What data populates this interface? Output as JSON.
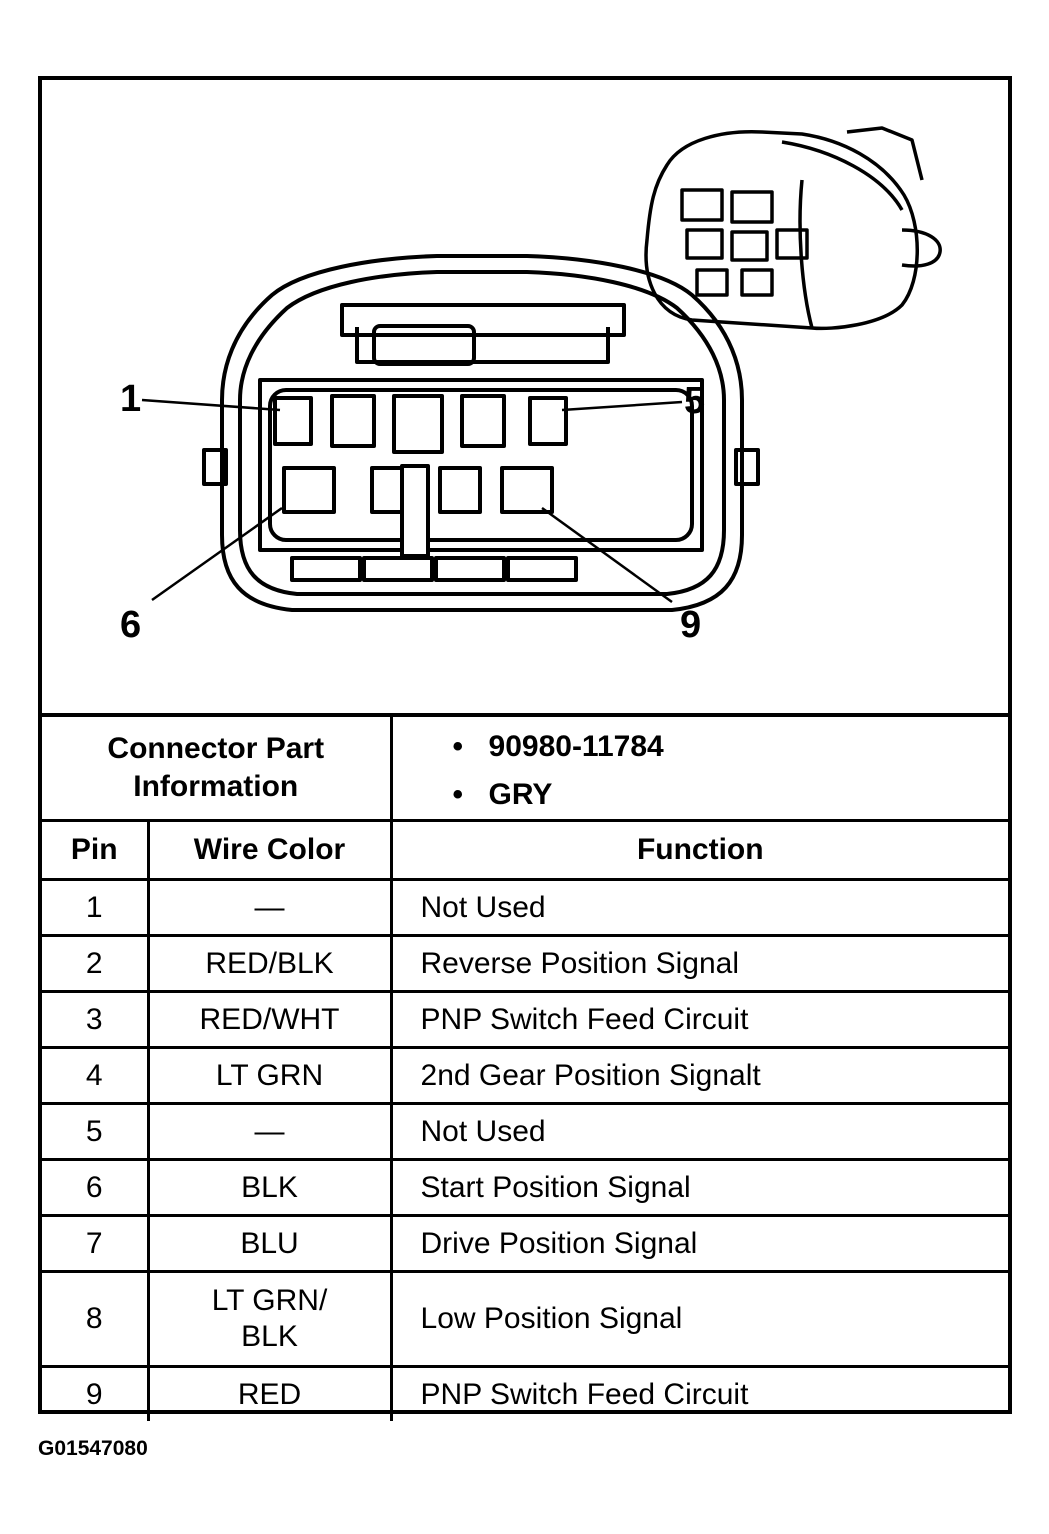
{
  "callouts": {
    "pin_1": "1",
    "pin_5": "5",
    "pin_6": "6",
    "pin_9": "9"
  },
  "connector_info": {
    "label_line1": "Connector Part",
    "label_line2": "Information",
    "part_number": "90980-11784",
    "color": "GRY",
    "bullet": "•"
  },
  "table": {
    "headers": {
      "pin": "Pin",
      "wire_color": "Wire Color",
      "function": "Function"
    },
    "rows": [
      {
        "pin": "1",
        "wire_color": "—",
        "function": "Not Used"
      },
      {
        "pin": "2",
        "wire_color": "RED/BLK",
        "function": "Reverse Position Signal"
      },
      {
        "pin": "3",
        "wire_color": "RED/WHT",
        "function": "PNP Switch Feed Circuit"
      },
      {
        "pin": "4",
        "wire_color": "LT GRN",
        "function": "2nd Gear Position Signalt"
      },
      {
        "pin": "5",
        "wire_color": "—",
        "function": "Not Used"
      },
      {
        "pin": "6",
        "wire_color": "BLK",
        "function": "Start Position Signal"
      },
      {
        "pin": "7",
        "wire_color": "BLU",
        "function": "Drive Position Signal"
      },
      {
        "pin": "8",
        "wire_color": "LT GRN/",
        "wire_color_line2": "BLK",
        "function": "Low Position Signal"
      },
      {
        "pin": "9",
        "wire_color": "RED",
        "function": "PNP Switch Feed Circuit"
      }
    ]
  },
  "figure_id": "G01547080"
}
